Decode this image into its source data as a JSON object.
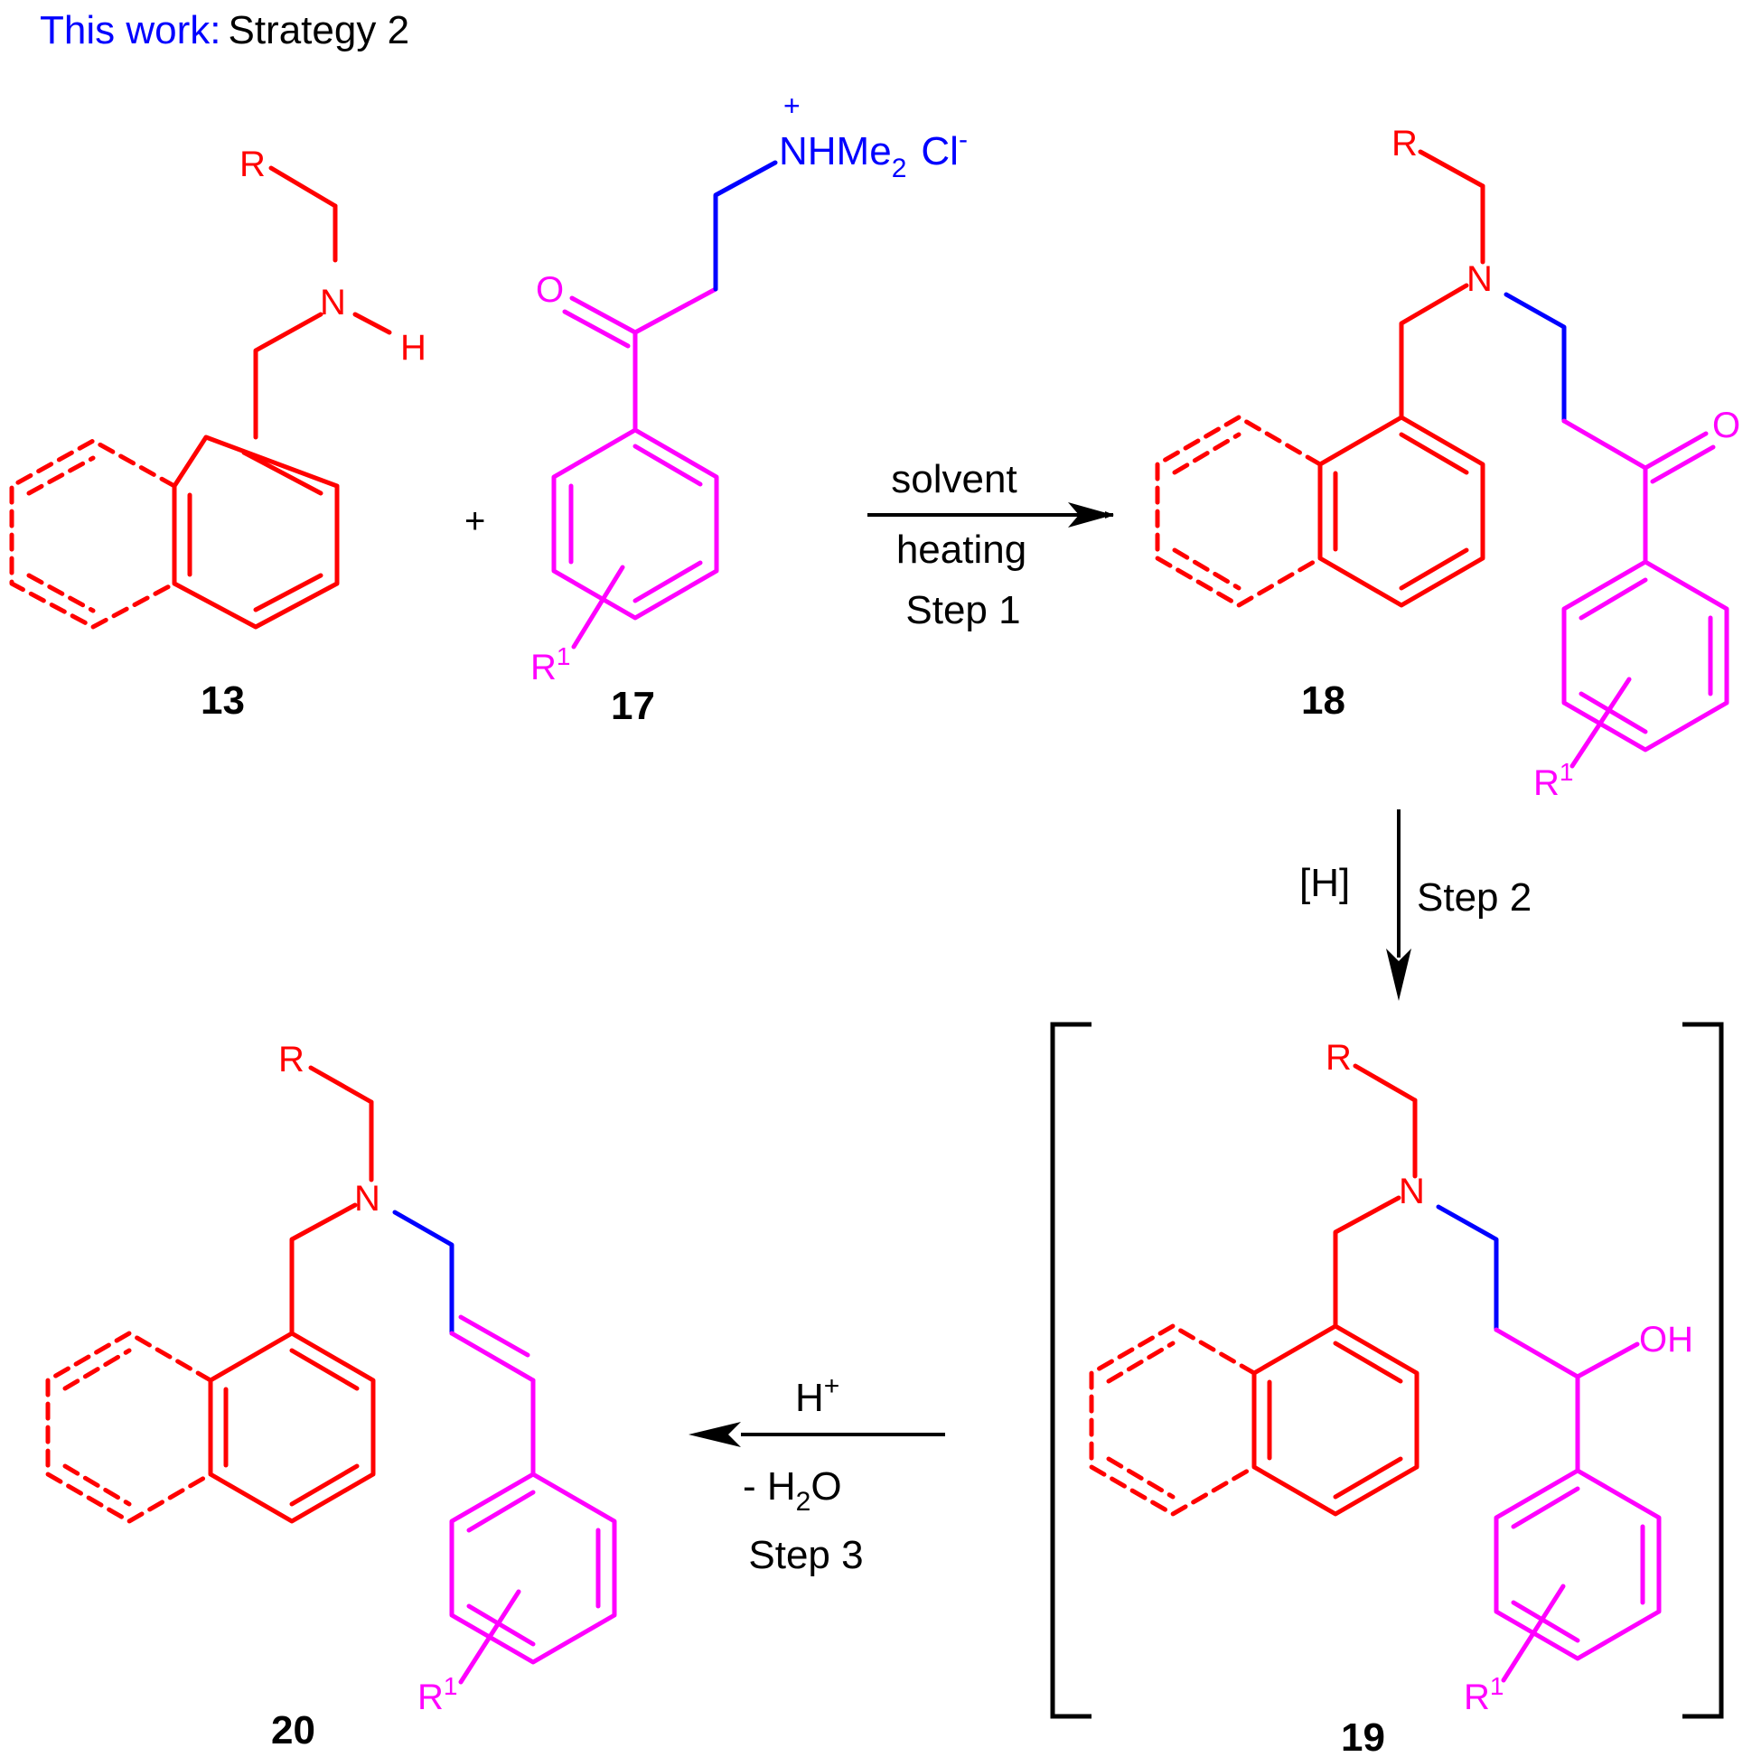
{
  "header": {
    "prefix": "This work:",
    "title": "Strategy 2"
  },
  "colors": {
    "amine": "#ff0000",
    "linker": "#0000ff",
    "aryl_ketone": "#ff00ff",
    "text": "#000000",
    "header_prefix": "#0000ff"
  },
  "compounds": {
    "c13": "13",
    "c17": "17",
    "c18": "18",
    "c19": "19",
    "c20": "20"
  },
  "atoms": {
    "R": "R",
    "N": "N",
    "H": "H",
    "O": "O",
    "OH": "OH",
    "R1_base": "R",
    "R1_sup": "1",
    "plus_charge": "+",
    "nhme2_a": "NHMe",
    "nhme2_sub": "2",
    "chloride": "Cl",
    "chloride_sup": "-"
  },
  "reaction": {
    "plus": "+",
    "step1": {
      "above": "solvent",
      "below1": "heating",
      "below2": "Step 1"
    },
    "step2": {
      "left": "[H]",
      "right": "Step 2"
    },
    "step3": {
      "above_base": "H",
      "above_sup": "+",
      "below1_a": "- H",
      "below1_sub": "2",
      "below1_b": "O",
      "below2": "Step 3"
    }
  }
}
